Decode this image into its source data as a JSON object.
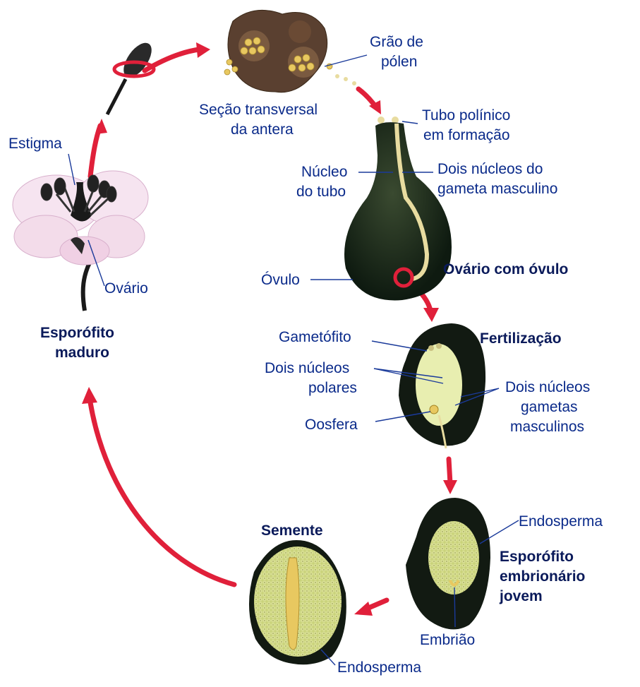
{
  "labels": {
    "estigma": "Estigma",
    "ovario": "Ovário",
    "esporofito_maduro_1": "Esporófito",
    "esporofito_maduro_2": "maduro",
    "secao_1": "Seção transversal",
    "secao_2": "da antera",
    "grao_1": "Grão de",
    "grao_2": "pólen",
    "tubo_polinico_1": "Tubo polínico",
    "tubo_polinico_2": "em formação",
    "nucleo_tubo_1": "Núcleo",
    "nucleo_tubo_2": "do tubo",
    "dois_nucleos_gameta_1": "Dois núcleos do",
    "dois_nucleos_gameta_2": "gameta masculino",
    "ovulo": "Óvulo",
    "ovario_com_ovulo": "Ovário com óvulo",
    "gametofito": "Gametófito",
    "fertilizacao": "Fertilização",
    "polares_1": "Dois núcleos",
    "polares_2": "polares",
    "oosfera": "Oosfera",
    "gametas_1": "Dois núcleos",
    "gametas_2": "gametas",
    "gametas_3": "masculinos",
    "endosperma_top": "Endosperma",
    "esporofito_jovem_1": "Esporófito",
    "esporofito_jovem_2": "embrionário",
    "esporofito_jovem_3": "jovem",
    "embriao": "Embrião",
    "semente": "Semente",
    "endosperma_bottom": "Endosperma"
  },
  "colors": {
    "arrow": "#e0203a",
    "label": "#0a2a8a",
    "tissue_dark": "#1a2a1a",
    "endosperm": "#e8eeb0"
  }
}
